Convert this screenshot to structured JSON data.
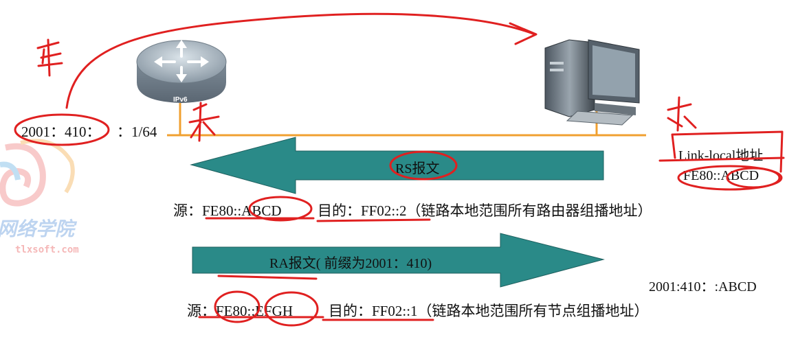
{
  "router": {
    "label": "IPv6"
  },
  "router_address": {
    "prefix": "2001：410：",
    "suffix": "：1/64"
  },
  "host_link_local": {
    "label": "Link-local地址",
    "value": "FE80::ABCD"
  },
  "rs_message": {
    "label": "RS报文",
    "src_label": "源：",
    "src_value": "FE80::ABCD",
    "dst_label": "目的：",
    "dst_value": "FF02::2",
    "dst_note": "（链路本地范围所有路由器组播地址）"
  },
  "ra_message": {
    "label": "RA报文( 前缀为2001：410)",
    "src_label": "源：",
    "src_value": "FE80::EFGH",
    "dst_label": "目的：",
    "dst_value": "FF02::1",
    "dst_note": "（链路本地范围所有节点组播地址）"
  },
  "generated_address": "2001:410：:ABCD",
  "watermark": {
    "title": "网络学院",
    "url": "tlxsoft.com"
  },
  "colors": {
    "arrow_fill": "#2a8a88",
    "link_line": "#f0a030",
    "annotation": "#e02020",
    "router_body": "#a9b6c0"
  }
}
